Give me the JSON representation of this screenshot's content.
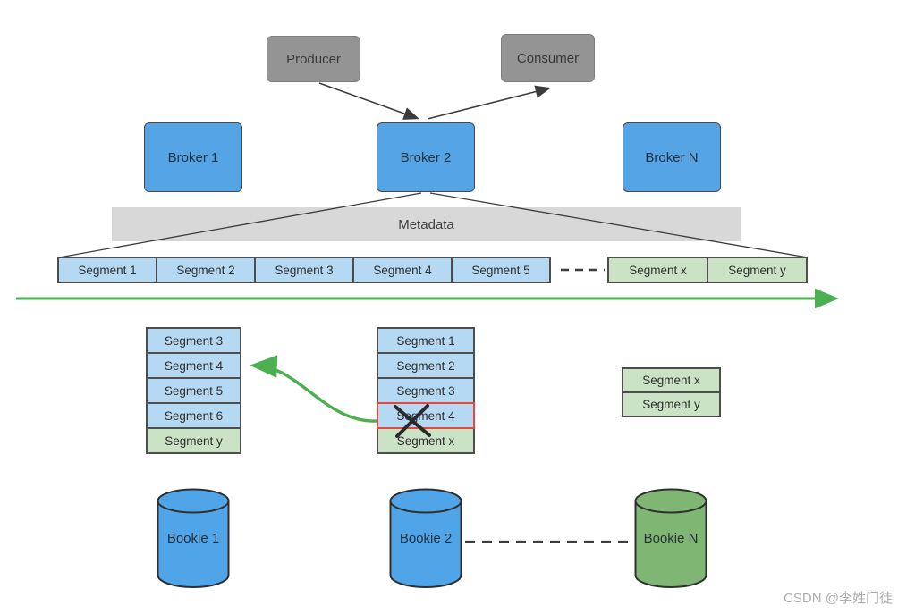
{
  "top_boxes": {
    "producer": "Producer",
    "consumer": "Consumer"
  },
  "brokers": [
    "Broker 1",
    "Broker 2",
    "Broker N"
  ],
  "metadata_label": "Metadata",
  "segment_row": {
    "blue": [
      "Segment 1",
      "Segment 2",
      "Segment 3",
      "Segment 4",
      "Segment 5"
    ],
    "green": [
      "Segment x",
      "Segment y"
    ]
  },
  "stacks": {
    "bookie1": [
      "Segment 3",
      "Segment 4",
      "Segment 5",
      "Segment 6",
      "Segment y"
    ],
    "bookie2": [
      "Segment 1",
      "Segment 2",
      "Segment 3",
      "Segment 4",
      "Segment x"
    ],
    "bookieN": [
      "Segment x",
      "Segment y"
    ]
  },
  "bookies": [
    "Bookie 1",
    "Bookie 2",
    "Bookie N"
  ],
  "watermark": "CSDN @李姓门徒",
  "colors": {
    "producer_consumer_fill": "#949494",
    "broker_fill": "#55a4e6",
    "metadata_fill": "#d8d8d8",
    "segment_blue_fill": "#b5d9f2",
    "segment_green_fill": "#cbe3c5",
    "segment_border": "#4e4e4e",
    "broken_segment_border": "#e8473c",
    "green_arrow": "#4caf50",
    "cylinder_blue": "#4fa5e8",
    "cylinder_green": "#7fb674",
    "connector_dark": "#3c3c3c"
  }
}
